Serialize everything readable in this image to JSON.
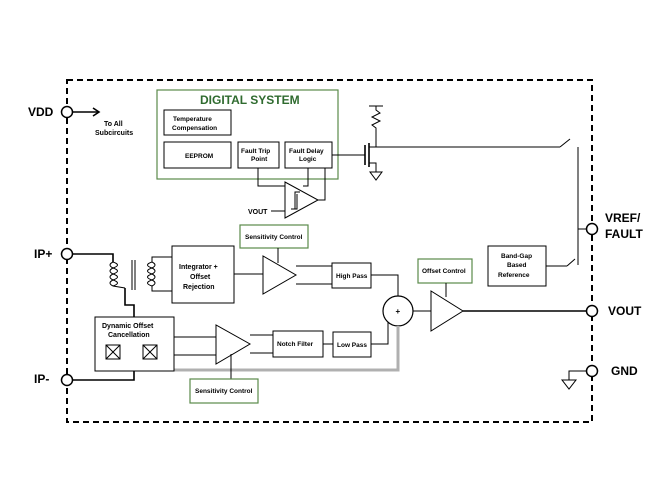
{
  "pins": {
    "vdd": "VDD",
    "ip_plus": "IP+",
    "ip_minus": "IP-",
    "vref_line1": "VREF/",
    "vref_line2": "FAULT",
    "vout": "VOUT",
    "gnd": "GND"
  },
  "to_all": {
    "line1": "To All",
    "line2": "Subcircuits"
  },
  "digital_system": {
    "title": "DIGITAL SYSTEM",
    "temp_comp": {
      "line1": "Temperature",
      "line2": "Compensation"
    },
    "eeprom": "EEPROM",
    "fault_trip": {
      "line1": "Fault Trip",
      "line2": "Point"
    },
    "fault_delay": {
      "line1": "Fault Delay",
      "line2": "Logic"
    }
  },
  "vout_comparator_label": "VOUT",
  "sensitivity_control_top": "Sensitivity Control",
  "sensitivity_control_bottom": "Sensitivity Control",
  "integrator": {
    "line1": "Integrator +",
    "line2": "Offset",
    "line3": "Rejection"
  },
  "high_pass": "High Pass",
  "low_pass": "Low Pass",
  "notch_filter": "Notch Filter",
  "offset_control": "Offset Control",
  "dynamic_offset": {
    "line1": "Dynamic Offset",
    "line2": "Cancellation"
  },
  "band_gap": {
    "line1": "Band-Gap",
    "line2": "Based",
    "line3": "Reference"
  },
  "summer_symbol": "+",
  "colors": {
    "green_title": "#2f6b2f",
    "green_border": "#5a8a4a",
    "grey_wire": "#b0b0b0"
  }
}
